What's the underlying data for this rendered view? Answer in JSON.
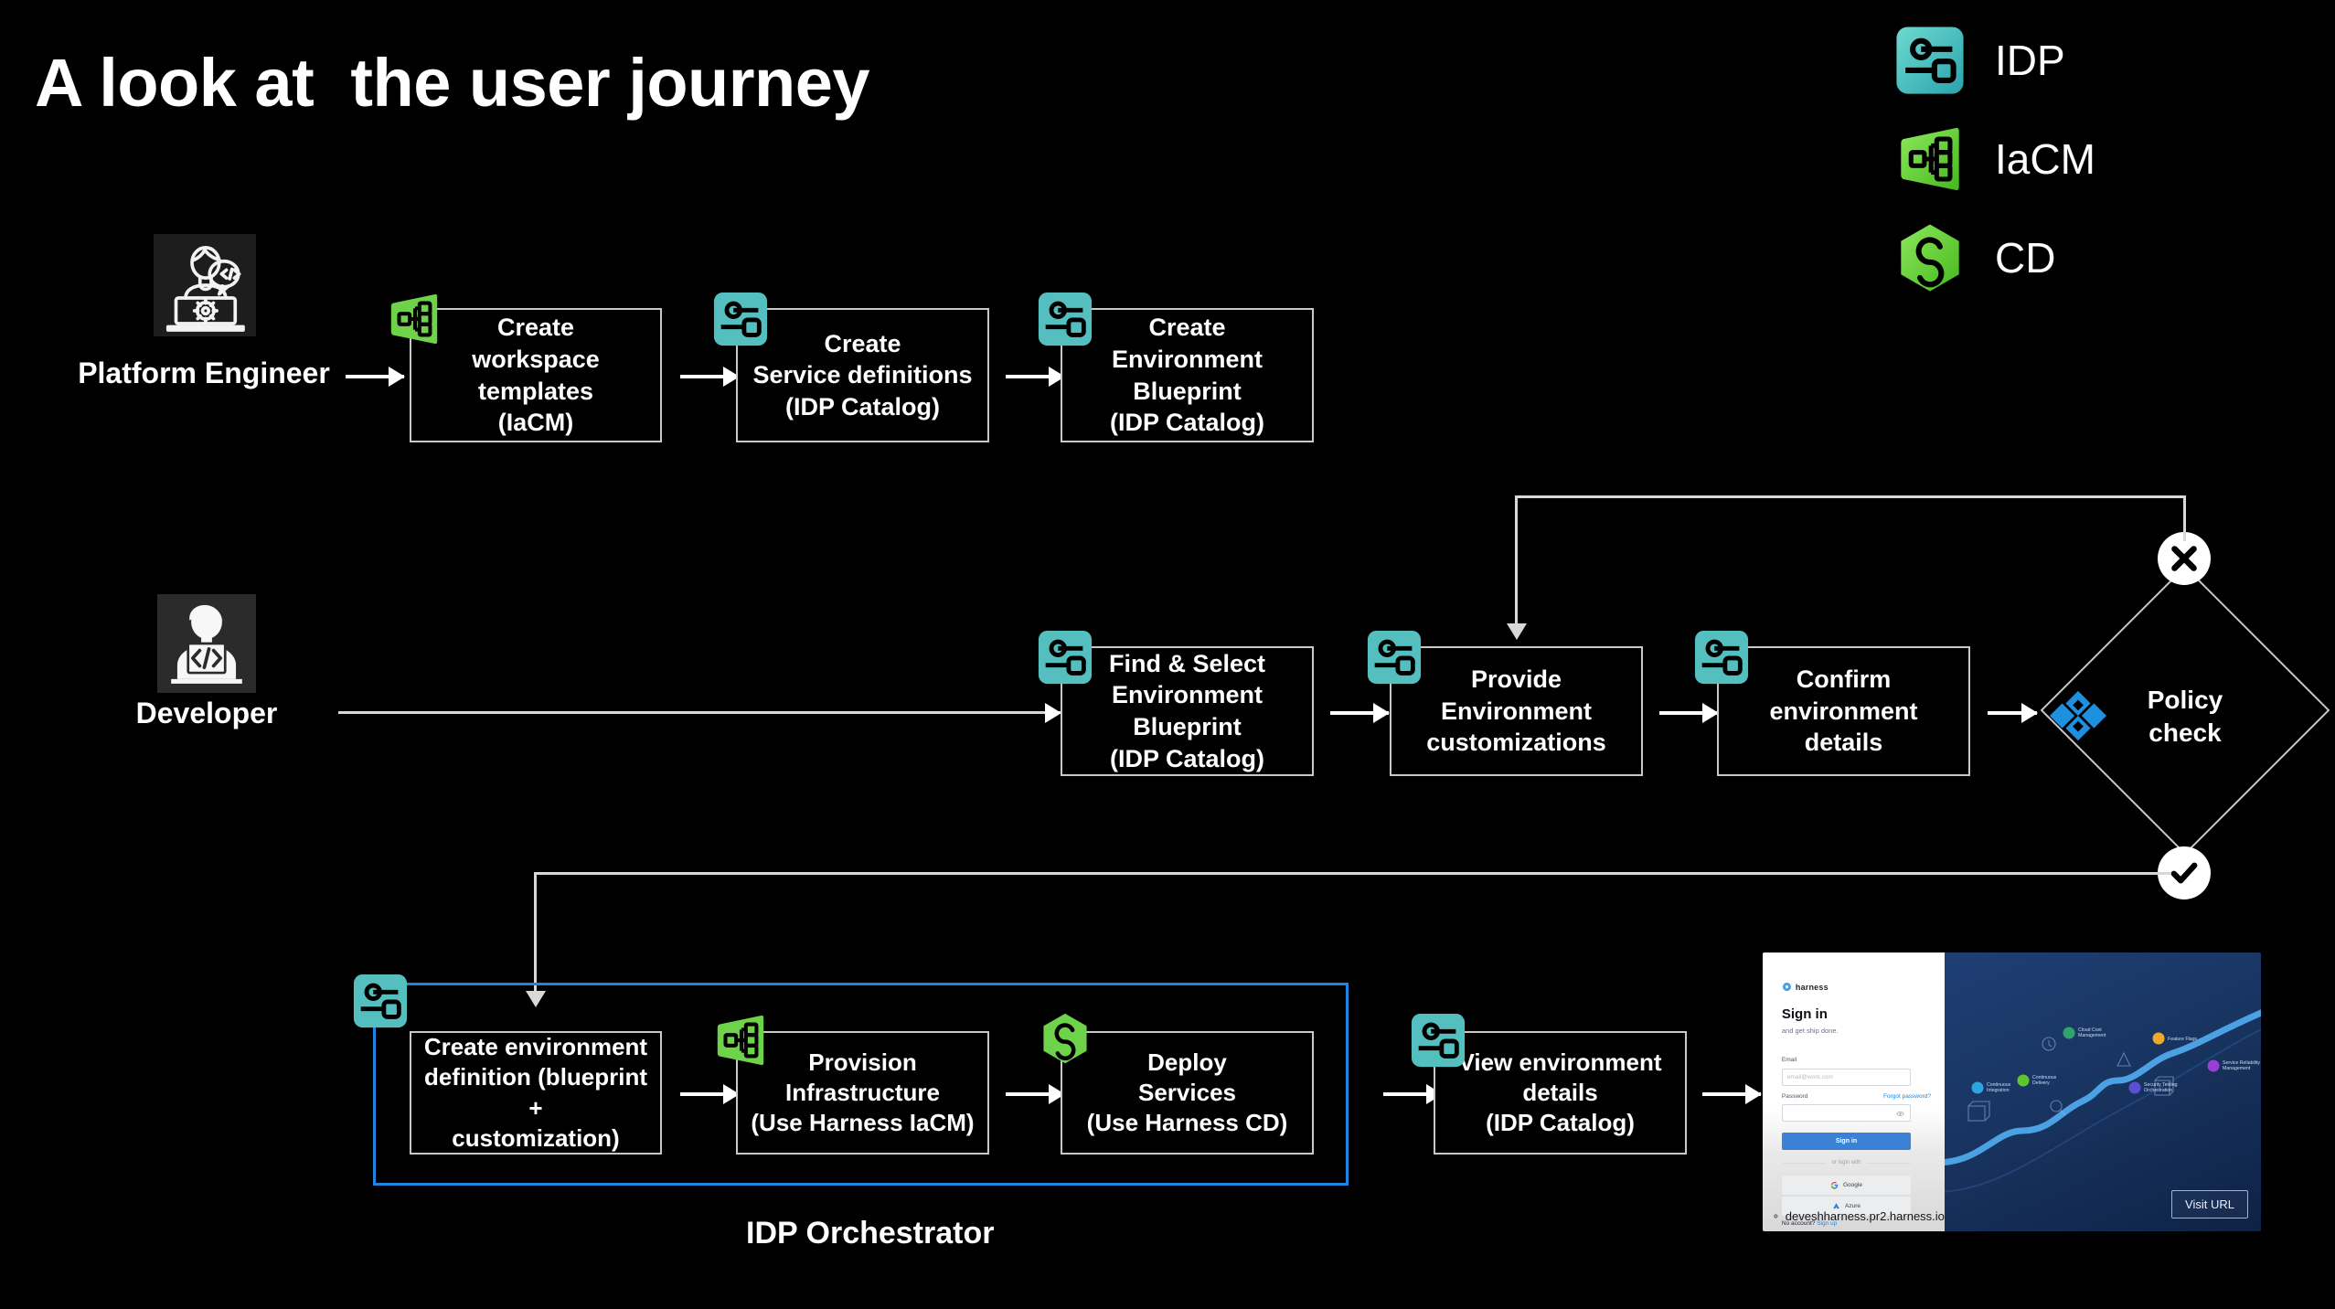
{
  "slide": {
    "title": "A look at  the user journey",
    "background": "#000000"
  },
  "legend": {
    "items": [
      {
        "label": "IDP",
        "icon": "idp-icon",
        "color": "#4fc3c3"
      },
      {
        "label": "IaCM",
        "icon": "iacm-icon",
        "color": "#6ed34a"
      },
      {
        "label": "CD",
        "icon": "cd-icon",
        "color": "#6ed34a"
      }
    ]
  },
  "rows": {
    "platform_engineer": {
      "role_label": "Platform Engineer",
      "avatar_icon": "platform-engineer-avatar-icon",
      "steps": [
        {
          "text": "Create\nworkspace templates\n(IaCM)",
          "badge": "iacm-icon"
        },
        {
          "text": "Create\nService definitions\n(IDP Catalog)",
          "badge": "idp-icon"
        },
        {
          "text": "Create\nEnvironment Blueprint\n(IDP Catalog)",
          "badge": "idp-icon"
        }
      ]
    },
    "developer": {
      "role_label": "Developer",
      "avatar_icon": "developer-avatar-icon",
      "steps": [
        {
          "text": "Find & Select\nEnvironment Blueprint\n(IDP Catalog)",
          "badge": "idp-icon"
        },
        {
          "text": "Provide\nEnvironment\ncustomizations",
          "badge": "idp-icon"
        },
        {
          "text": "Confirm environment\ndetails",
          "badge": "idp-icon"
        }
      ],
      "decision": {
        "label": "Policy\ncheck",
        "icon": "policy-check-icon",
        "icon_color": "#1f8fe0",
        "fail_icon": "fail-cross-icon",
        "pass_icon": "pass-check-icon"
      }
    },
    "orchestrator": {
      "container_label": "IDP Orchestrator",
      "container_color": "#1f85e0",
      "entry_badge": "idp-icon",
      "steps": [
        {
          "text": "Create environment\ndefinition (blueprint +\ncustomization)",
          "badge": null
        },
        {
          "text": "Provision\nInfrastructure\n(Use Harness IaCM)",
          "badge": "iacm-icon"
        },
        {
          "text": "Deploy\nServices\n(Use Harness CD)",
          "badge": "cd-icon"
        }
      ],
      "after_steps": [
        {
          "text": "View environment\ndetails\n(IDP Catalog)",
          "badge": "idp-icon"
        }
      ]
    }
  },
  "thumbnail": {
    "brand": "harness",
    "heading": "Sign in",
    "subheading": "and get ship done.",
    "email_label": "Email",
    "email_placeholder": "email@work.com",
    "password_label": "Password",
    "forgot_link": "Forgot password?",
    "signin_button": "Sign in",
    "or_divider": "or login with",
    "oauth": [
      "Google",
      "Azure"
    ],
    "no_account_text": "No account? ",
    "signup_link": "Sign up",
    "url": "deveshharness.pr2.harness.io",
    "visit_button": "Visit URL",
    "modules": [
      {
        "name": "Continuous\nIntegration",
        "color": "#2ba4e0"
      },
      {
        "name": "Continuous\nDelivery",
        "color": "#5fc52e"
      },
      {
        "name": "Cloud Cost\nManagement",
        "color": "#2fa36b"
      },
      {
        "name": "Security Testing\nOrchestration",
        "color": "#5b4fd6"
      },
      {
        "name": "Feature Flags",
        "color": "#f0a92e"
      },
      {
        "name": "Service Reliability\nManagement",
        "color": "#9a3fd6"
      }
    ]
  }
}
